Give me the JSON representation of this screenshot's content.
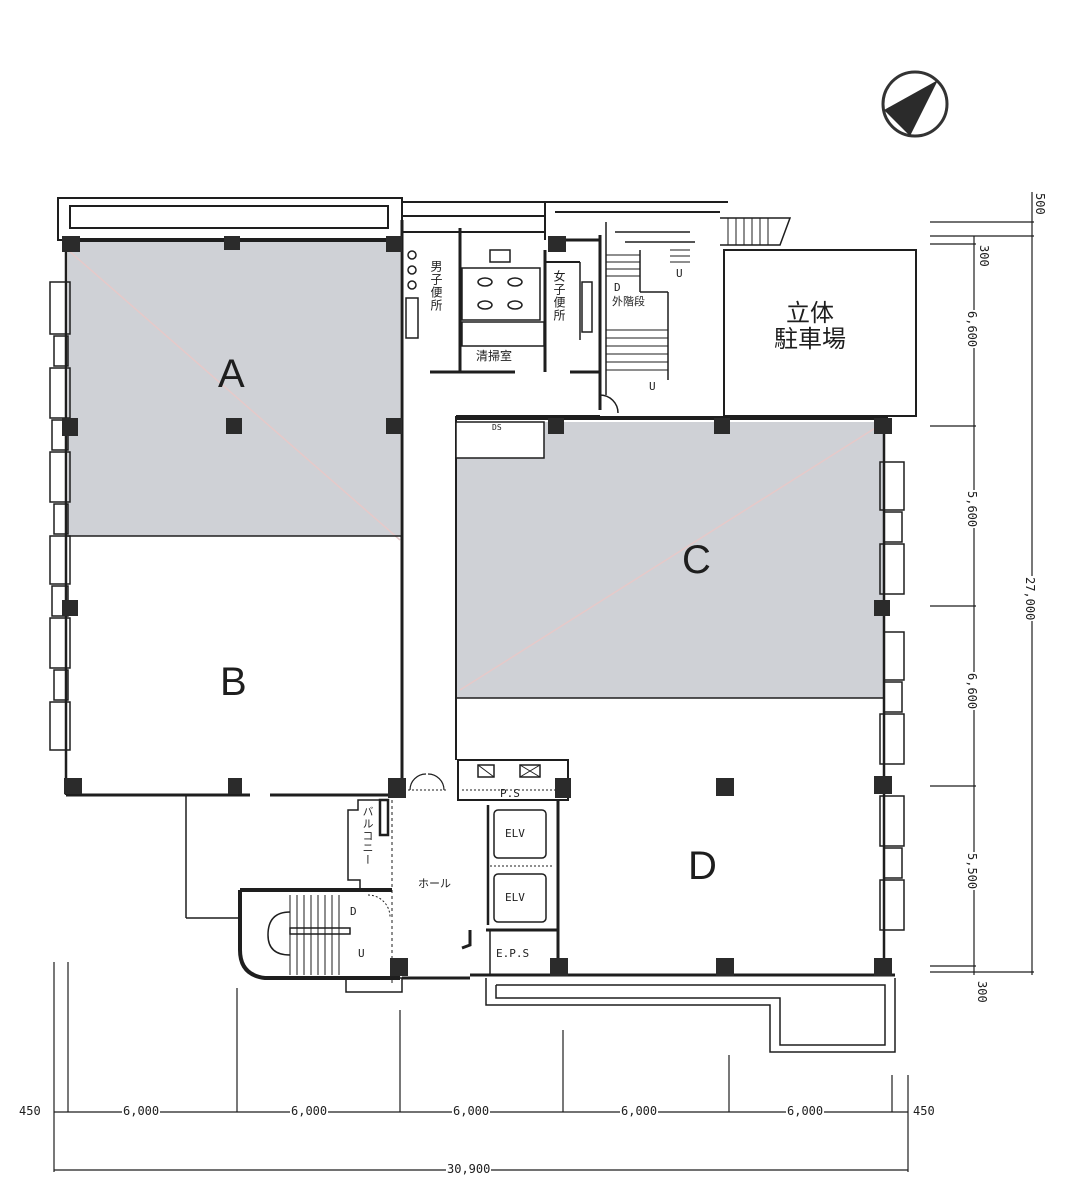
{
  "plan": {
    "colors": {
      "leasable_shade": "#cfd1d6",
      "wall": "#1e1e1e",
      "column": "#2b2b2b",
      "background": "#ffffff"
    },
    "compass": {
      "icon": "north-arrow-icon"
    },
    "rooms": {
      "a": {
        "label": "A",
        "shaded": true
      },
      "b": {
        "label": "B",
        "shaded": false
      },
      "c": {
        "label": "C",
        "shaded": true
      },
      "d": {
        "label": "D",
        "shaded": false
      }
    },
    "facilities": {
      "mens_toilet": "男子便所",
      "womens_toilet": "女子便所",
      "janitor_room": "清掃室",
      "outdoor_stairs": "外階段",
      "parking_line1": "立体",
      "parking_line2": "駐車場",
      "hall": "ホール",
      "balcony": "バルコニー",
      "elevator_1": "ELV",
      "elevator_2": "ELV",
      "pipe_shaft": "P.S",
      "eps": "E.P.S",
      "db_label": "DS",
      "stair_down": "D",
      "stair_up": "U"
    },
    "dimensions": {
      "horizontal": {
        "left_offset": "450",
        "spans": [
          "6,000",
          "6,000",
          "6,000",
          "6,000",
          "6,000"
        ],
        "right_offset": "450",
        "total": "30,900"
      },
      "vertical": {
        "top_offset": "500",
        "inner_top": "300",
        "spans": [
          "6,600",
          "5,600",
          "6,600",
          "5,500"
        ],
        "inner_bottom": "300",
        "total": "27,000"
      }
    }
  }
}
